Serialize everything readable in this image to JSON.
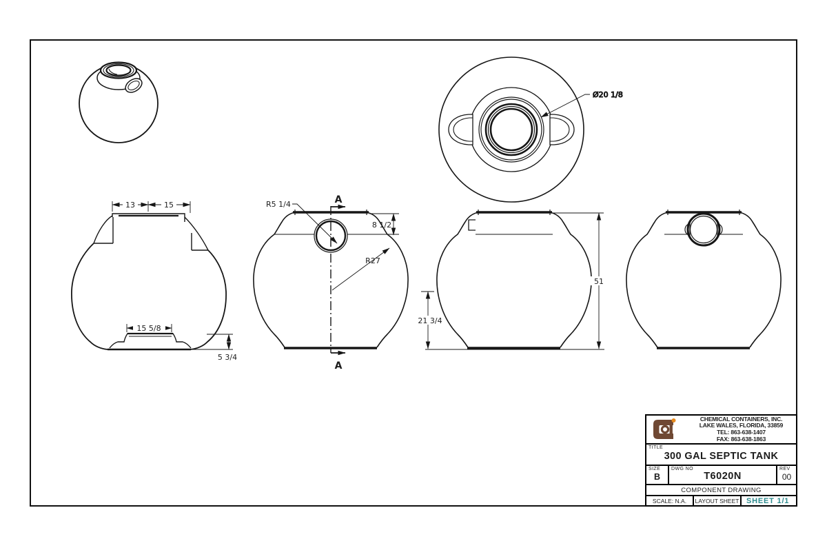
{
  "drawing": {
    "views": {
      "plan": {
        "manway_dia": "Ø20 1/8"
      },
      "section": {
        "d_neck_left": "13",
        "d_neck_right": "15",
        "d_base_plate": "15 5/8",
        "d_base_height": "5 3/4"
      },
      "front": {
        "fitting_radius": "R5 1/4",
        "dome_height": "8 1/2",
        "body_radius": "R27",
        "section_marker": "A"
      },
      "side": {
        "d_mid_height": "21 3/4",
        "d_overall_height": "51"
      }
    }
  },
  "title_block": {
    "company": {
      "name": "CHEMICAL CONTAINERS, INC.",
      "address": "LAKE WALES, FLORIDA, 33859",
      "tel": "TEL: 863-638-1407",
      "fax": "FAX: 863-638-1863"
    },
    "title_label": "TITLE",
    "title": "300 GAL SEPTIC TANK",
    "size_label": "SIZE",
    "size": "B",
    "dwg_no_label": "DWG NO",
    "dwg_no": "T6020N",
    "rev_label": "REV",
    "rev": "00",
    "doc_type": "COMPONENT DRAWING",
    "scale": "SCALE: N.A.",
    "layout": "LAYOUT SHEET",
    "sheet": "SHEET 1/1"
  },
  "colors": {
    "line": "#161616",
    "teal": "#2e8c8f",
    "logo_brown": "#6f4833",
    "logo_orange": "#e78b1e"
  }
}
